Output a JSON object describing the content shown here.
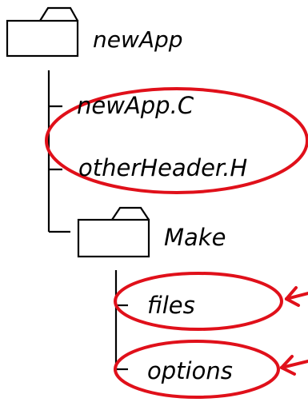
{
  "tree": {
    "root": {
      "name": "newApp",
      "icon": "folder-icon"
    },
    "children": [
      {
        "name": "newApp.C",
        "type": "file",
        "highlight": "circled"
      },
      {
        "name": "otherHeader.H",
        "type": "file",
        "highlight": "circled"
      },
      {
        "name": "Make",
        "type": "folder",
        "icon": "folder-icon",
        "children": [
          {
            "name": "files",
            "type": "file",
            "highlight": "circled-with-arrow"
          },
          {
            "name": "options",
            "type": "file",
            "highlight": "circled-with-arrow"
          }
        ]
      }
    ]
  },
  "colors": {
    "text": "#000000",
    "line": "#000000",
    "highlight": "#e0101a"
  }
}
